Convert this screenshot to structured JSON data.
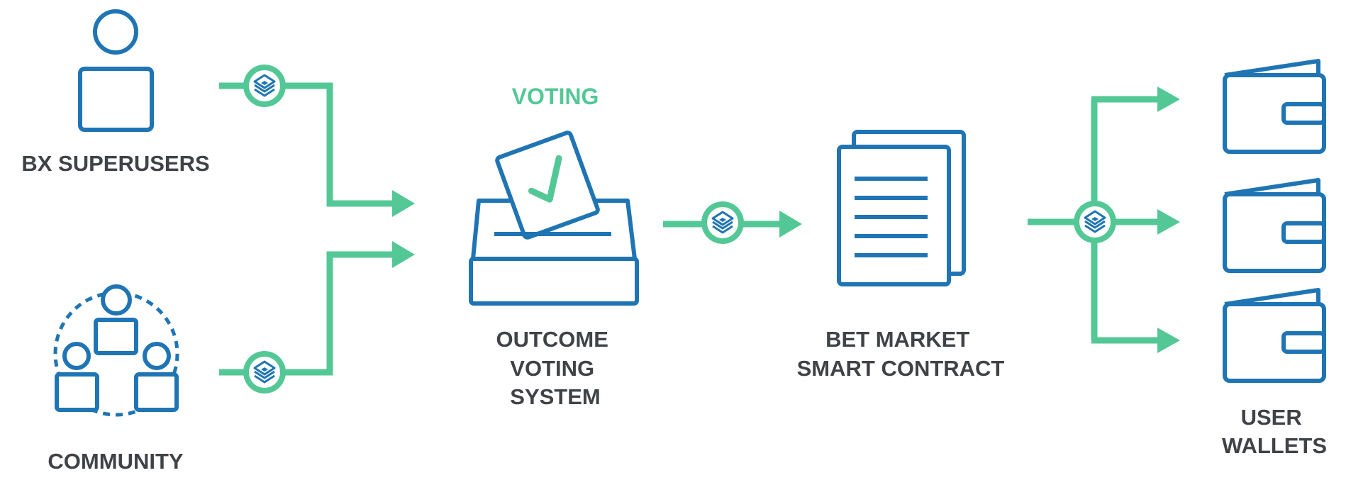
{
  "labels": {
    "superusers": "BX SUPERUSERS",
    "community": "COMMUNITY",
    "voting": "VOTING",
    "outcome_voting_system": [
      "OUTCOME",
      "VOTING",
      "SYSTEM"
    ],
    "bet_market_smart_contract": [
      "BET MARKET",
      "SMART CONTRACT"
    ],
    "user_wallets": [
      "USER",
      "WALLETS"
    ]
  },
  "colors": {
    "blue": "#1f75b4",
    "green": "#53c896",
    "text": "#3f4347"
  },
  "icons": {
    "token": "bx-token-icon",
    "superuser": "person-icon",
    "community": "community-icon",
    "ballot_box": "ballot-box-icon",
    "contract": "document-icon",
    "wallet": "wallet-icon"
  }
}
